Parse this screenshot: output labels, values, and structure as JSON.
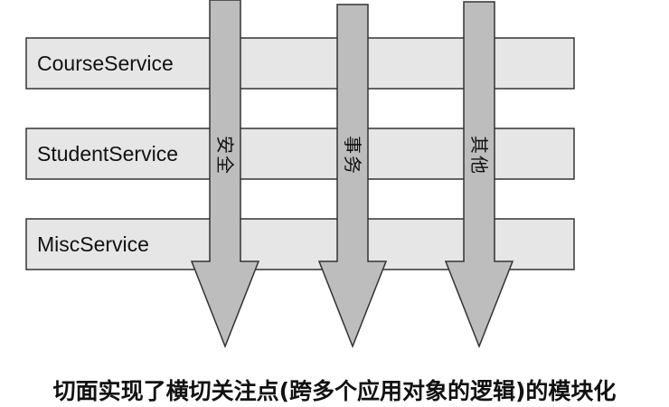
{
  "services": [
    {
      "label": "CourseService"
    },
    {
      "label": "StudentService"
    },
    {
      "label": "MiscService"
    }
  ],
  "concerns": [
    {
      "label": "安全"
    },
    {
      "label": "事务"
    },
    {
      "label": "其他"
    }
  ],
  "caption": "切面实现了横切关注点(跨多个应用对象的逻辑)的模块化",
  "colors": {
    "band_fill": "#e6e6e6",
    "arrow_fill": "#bdbdbd",
    "stroke": "#333333",
    "text": "#111111"
  }
}
